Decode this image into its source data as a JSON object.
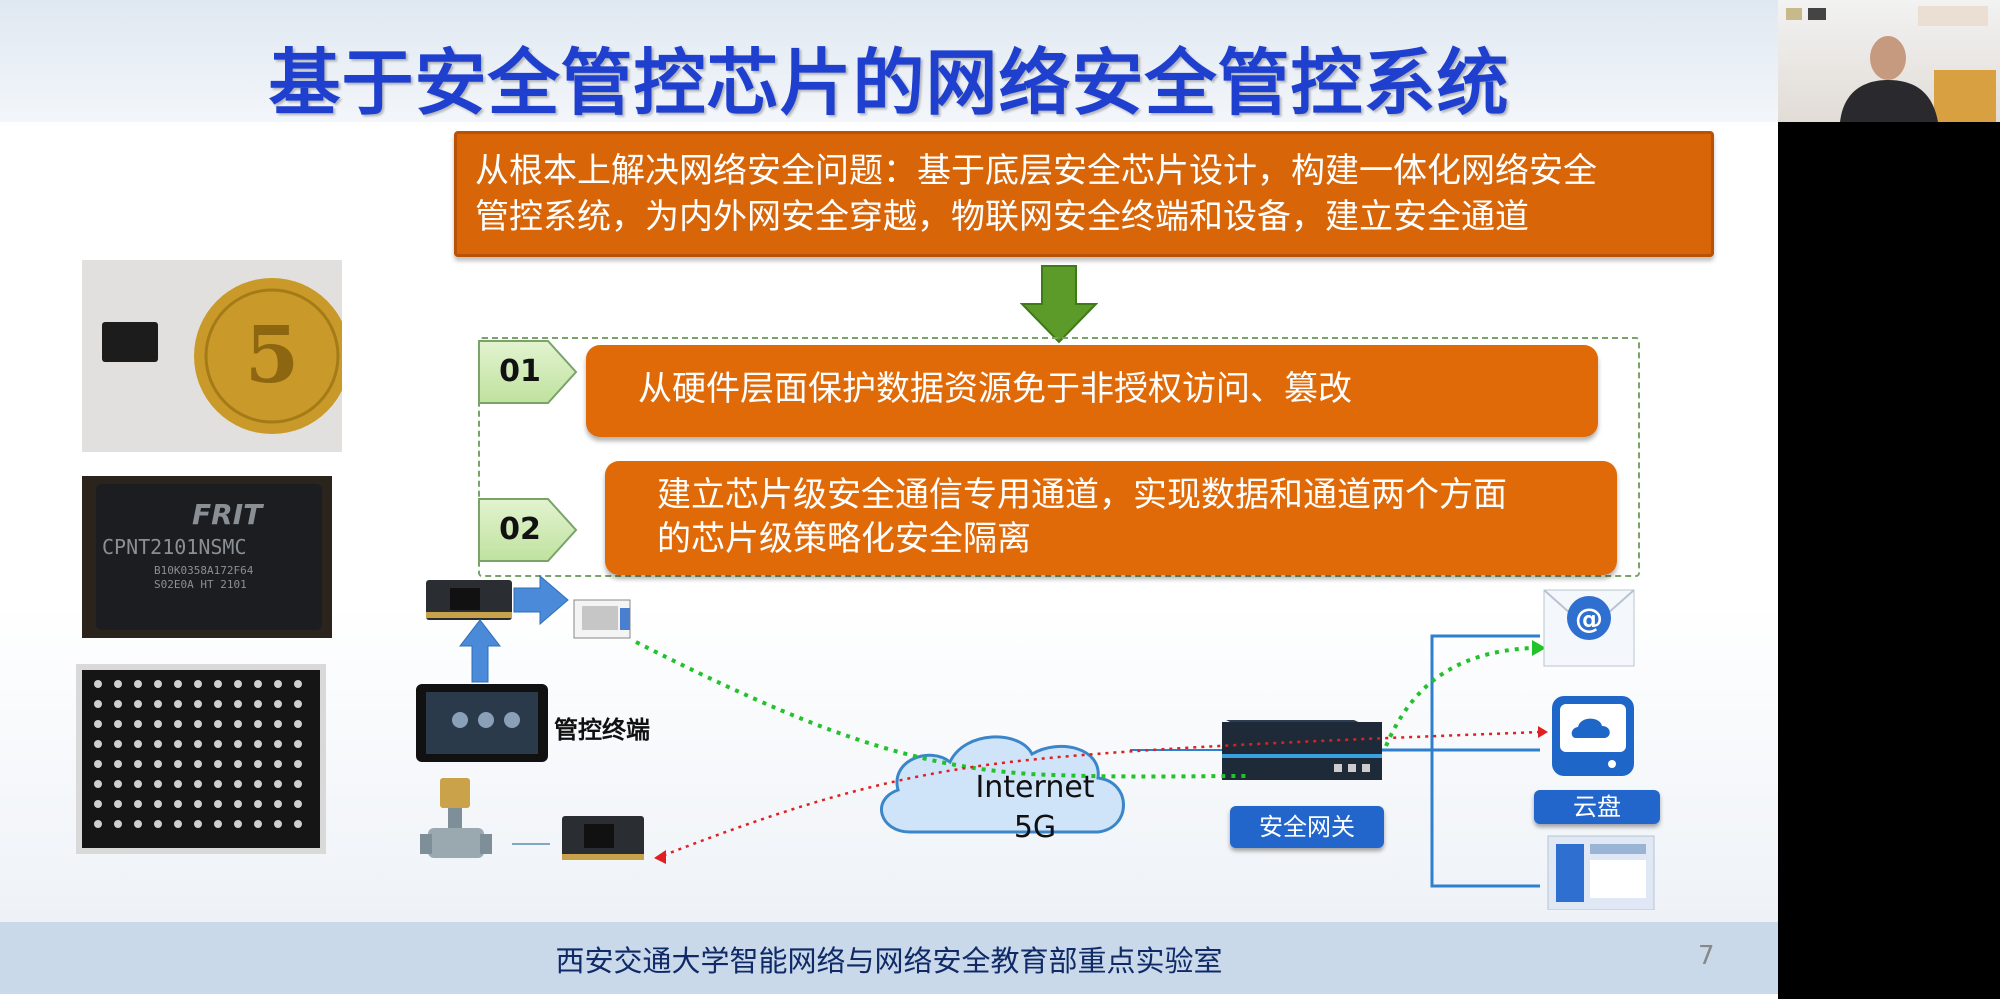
{
  "slide": {
    "title": "基于安全管控芯片的网络安全管控系统",
    "headline_line1": "从根本上解决网络安全问题：基于底层安全芯片设计，构建一体化网络安全",
    "headline_line2": "管控系统，为内外网安全穿越，物联网安全终端和设备，建立安全通道",
    "steps": [
      {
        "num": "01",
        "line1": "从硬件层面保护数据资源免于非授权访问、篡改",
        "line2": ""
      },
      {
        "num": "02",
        "line1": "建立芯片级安全通信专用通道，实现数据和通道两个方面",
        "line2": "的芯片级策略化安全隔离"
      }
    ],
    "chip_marking": {
      "brand": "FRIT",
      "model": "CPNT2101NSMC",
      "line2": "B10K0358A172F64",
      "line3": "S02E0A HT 2101"
    },
    "coin_value": "5",
    "diagram": {
      "terminal_label": "管控终端",
      "cloud_line1": "Internet",
      "cloud_line2": "5G",
      "gateway_label": "安全网关",
      "cloud_disk_label": "云盘",
      "email_symbol": "@"
    },
    "footer": "西安交通大学智能网络与网络安全教育部重点实验室",
    "page_number": "7"
  },
  "colors": {
    "title_blue": "#1f3fcf",
    "orange": "#d86508",
    "arrow_green": "#5c9a2a",
    "link_green": "#22c22a",
    "link_red": "#e02020",
    "tag_blue": "#2266cc"
  }
}
